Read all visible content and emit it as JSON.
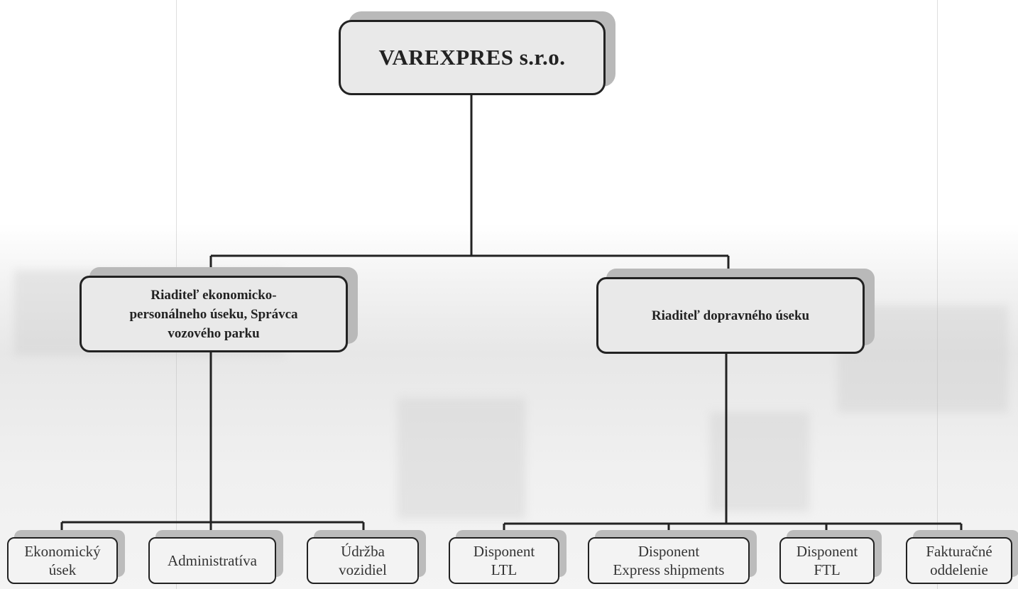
{
  "root": {
    "label": "VAREXPRES s.r.o."
  },
  "left_director": {
    "line1": "Riaditeľ ekonomicko-",
    "line2": "personálneho úseku, Správca",
    "line3": "vozového parku"
  },
  "right_director": {
    "label": "Riaditeľ dopravného úseku"
  },
  "left_units": [
    {
      "line1": "Ekonomický",
      "line2": "úsek"
    },
    {
      "line1": "Administratíva",
      "line2": ""
    },
    {
      "line1": "Údržba",
      "line2": "vozidiel"
    }
  ],
  "right_units": [
    {
      "line1": "Disponent",
      "line2": "LTL"
    },
    {
      "line1": "Disponent",
      "line2": "Express shipments"
    },
    {
      "line1": "Disponent",
      "line2": "FTL"
    },
    {
      "line1": "Fakturačné",
      "line2": "oddelenie"
    }
  ]
}
